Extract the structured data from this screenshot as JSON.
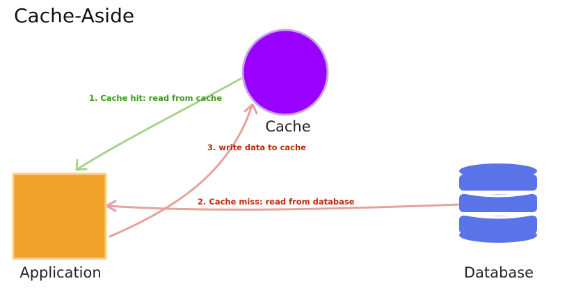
{
  "title": "Cache-Aside",
  "nodes": {
    "cache": {
      "label": "Cache",
      "color": "#9900ff",
      "stroke": "#c7a8e8"
    },
    "application": {
      "label": "Application",
      "color": "#f0a229",
      "stroke": "#f6cf92"
    },
    "database": {
      "label": "Database",
      "color": "#5b73e8"
    }
  },
  "edges": {
    "cache_hit": {
      "label": "1. Cache hit: read from cache",
      "color": "#a9d18e",
      "text_color": "#3a9a1a"
    },
    "cache_miss": {
      "label": "2. Cache miss: read from database",
      "color": "#e5a19b",
      "text_color": "#c0280e"
    },
    "write_cache": {
      "label": "3. write data to cache",
      "color": "#e5a19b",
      "text_color": "#c0280e"
    }
  }
}
